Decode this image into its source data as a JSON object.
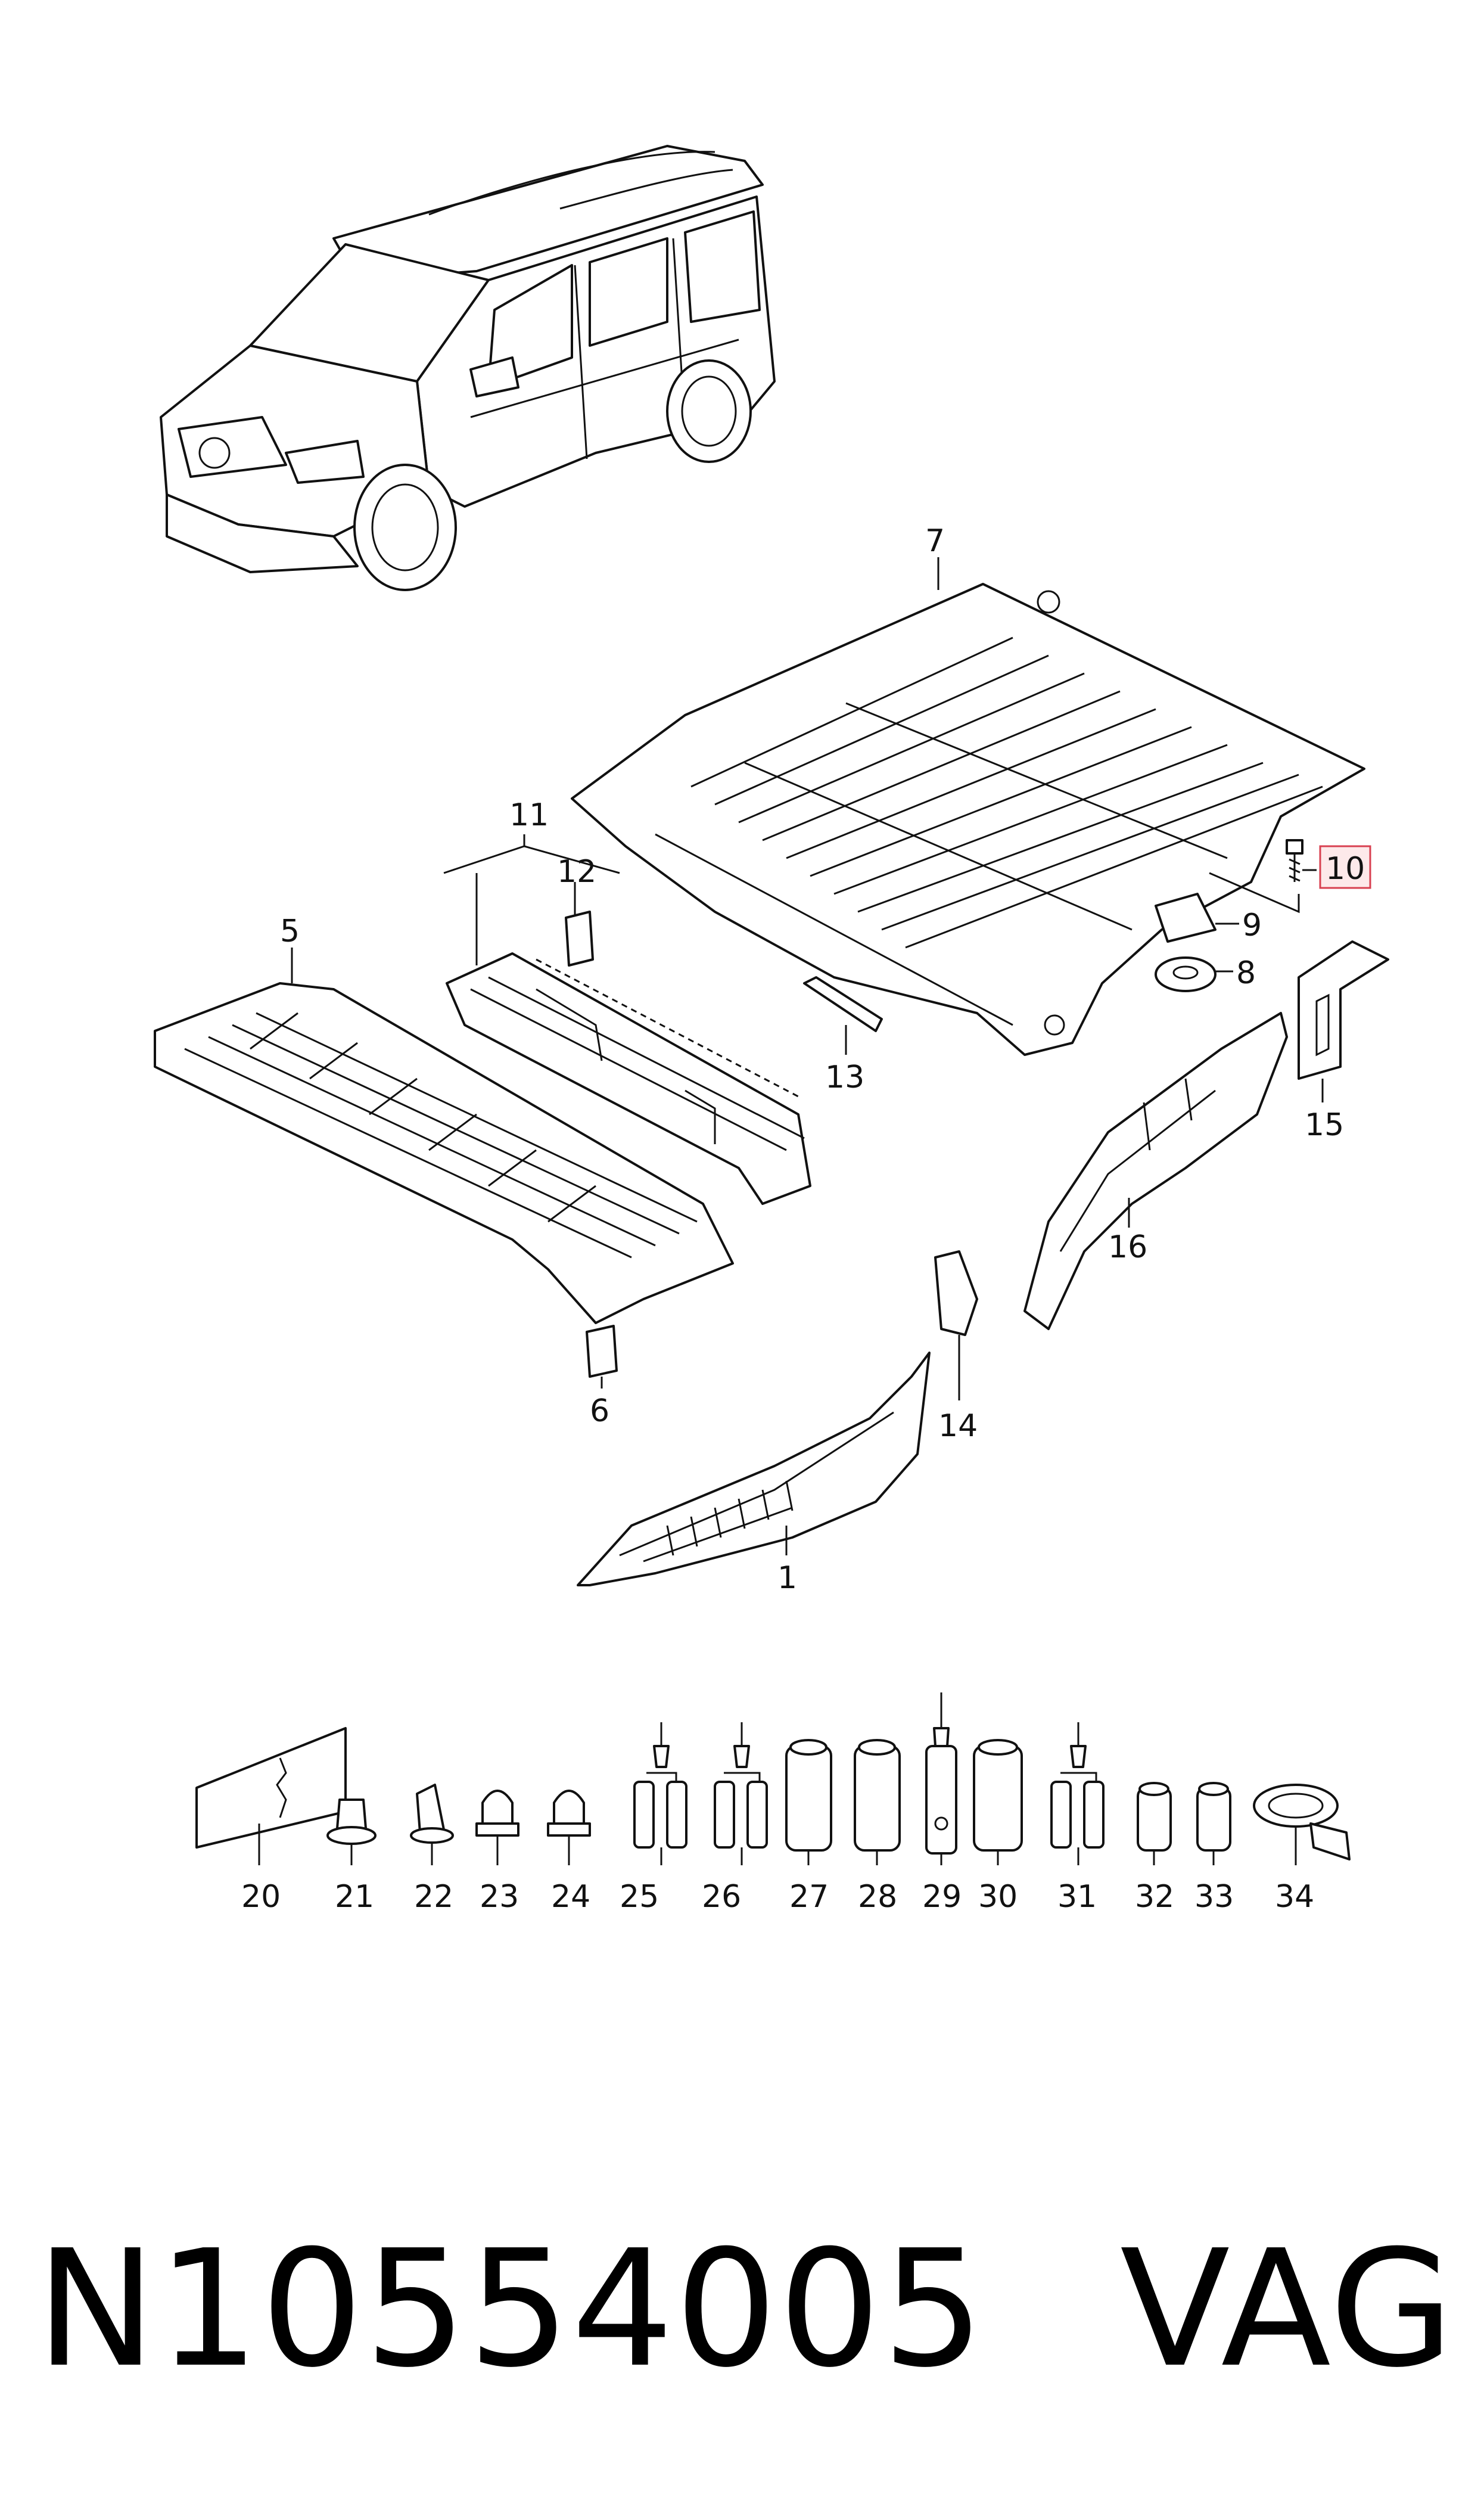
{
  "diagram": {
    "callouts": [
      "7",
      "11",
      "12",
      "5",
      "10",
      "9",
      "8",
      "13",
      "15",
      "16",
      "14",
      "6",
      "1"
    ],
    "hardware_labels": [
      "20",
      "21",
      "22",
      "23",
      "24",
      "25",
      "26",
      "27",
      "28",
      "29",
      "30",
      "31",
      "32",
      "33",
      "34"
    ]
  },
  "caption": {
    "part_number": "N10554005",
    "brand": "VAG"
  },
  "colors": {
    "line": "#111111",
    "highlight_fill": "#fde9ea",
    "highlight_border": "#d84050"
  }
}
